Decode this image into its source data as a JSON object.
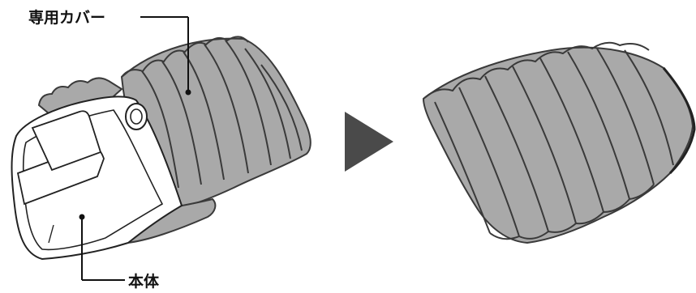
{
  "labels": {
    "cover": "専用カバー",
    "body": "本体"
  },
  "colors": {
    "cover_fill": "#a9a9a9",
    "cover_stroke": "#3a3a3a",
    "body_fill": "#ffffff",
    "arrow": "#4a4a4a",
    "line": "#111111"
  },
  "icons": {
    "arrow": "right-triangle-arrow"
  }
}
